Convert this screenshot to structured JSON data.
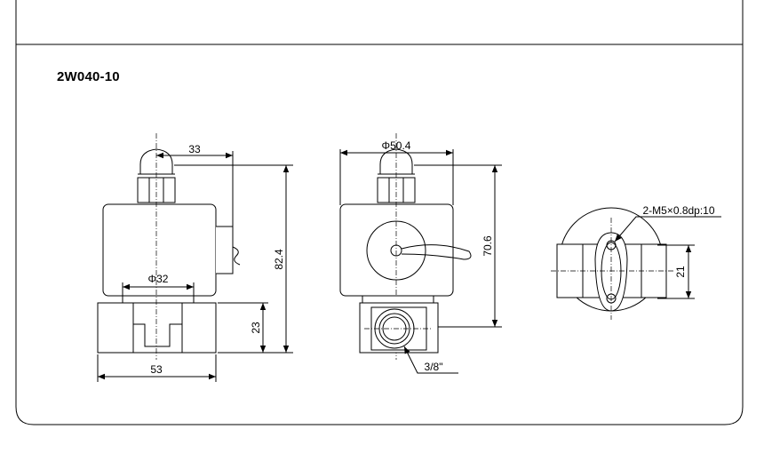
{
  "title": "2W040-10",
  "dimensions": {
    "side_coil_offset": "33",
    "side_total_height": "82.4",
    "side_bore": "Φ32",
    "side_body_height": "23",
    "side_body_width": "53",
    "front_coil_diameter": "Φ50.4",
    "front_total_height": "70.6",
    "front_port_thread": "3/8\"",
    "bottom_mount_thread": "2-M5×0.8dp:10",
    "bottom_mount_spacing": "21"
  },
  "colors": {
    "line": "#000000",
    "background": "#ffffff"
  }
}
